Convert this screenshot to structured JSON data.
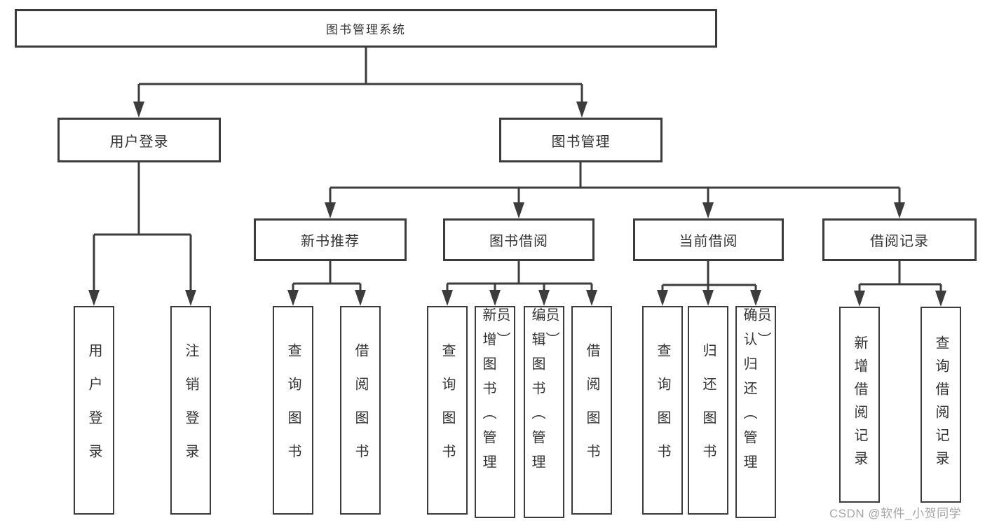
{
  "colors": {
    "line": "#3c3c3c",
    "box_border": "#3c3c3c",
    "text": "#333333",
    "watermark": "#a6a6a6",
    "background": "#ffffff"
  },
  "watermark": {
    "text": "CSDN @软件_小贺同学"
  },
  "tree": {
    "root": "图书管理系统",
    "branches": [
      {
        "label": "用户登录",
        "children": [
          "用户登录",
          "注销登录"
        ]
      },
      {
        "label": "图书管理",
        "children": [
          {
            "label": "新书推荐",
            "children": [
              "查询图书",
              "借阅图书"
            ]
          },
          {
            "label": "图书借阅",
            "children": [
              "查询图书",
              "新增图书（管理员）",
              "编辑图书（管理员）",
              "借阅图书"
            ]
          },
          {
            "label": "当前借阅",
            "children": [
              "查询图书",
              "归还图书",
              "确认归还（管理员）"
            ]
          },
          {
            "label": "借阅记录",
            "children": [
              "新增借阅记录",
              "查询借阅记录"
            ]
          }
        ]
      }
    ]
  }
}
